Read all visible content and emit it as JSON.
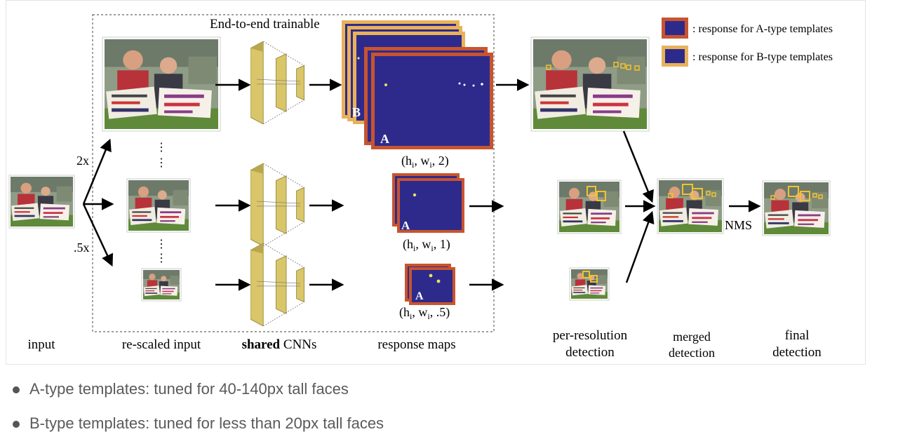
{
  "figure": {
    "trainable_label": "End-to-end trainable",
    "scale_up_label": "2x",
    "scale_down_label": ".5x",
    "nms_label": "NMS",
    "map_letter_a": "A",
    "map_letter_b": "B",
    "map_shapes": [
      "(hi, wi, 2)",
      "(hi, wi, 1)",
      "(hi, wi, .5)"
    ],
    "map_shape_parts": [
      {
        "pre": "(h",
        "sub1": "i",
        "mid": ", w",
        "sub2": "i",
        "post": ", 2)"
      },
      {
        "pre": "(h",
        "sub1": "i",
        "mid": ", w",
        "sub2": "i",
        "post": ", 1)"
      },
      {
        "pre": "(h",
        "sub1": "i",
        "mid": ", w",
        "sub2": "i",
        "post": ", .5)"
      }
    ],
    "legend": {
      "a": {
        "text": ": response for A-type templates",
        "border": "#c8542f",
        "fill": "#2e2a8c"
      },
      "b": {
        "text": ": response for B-type templates",
        "border": "#e8b25a",
        "fill": "#2e2a8c"
      }
    },
    "captions": {
      "input": "input",
      "rescaled": "re-scaled input",
      "shared_bold": "shared",
      "shared_rest": " CNNs",
      "response": "response maps",
      "per_res_1": "per-resolution",
      "per_res_2": "detection",
      "merged_1": "merged",
      "merged_2": "detection",
      "final_1": "final",
      "final_2": "detection"
    },
    "colors": {
      "map_fill": "#2e2a8c",
      "a_border": "#c8542f",
      "b_border": "#e8b25a",
      "cnn_fill": "#d9c66a",
      "det_box": "#f2c230"
    }
  },
  "bullets": [
    "A-type templates: tuned for 40-140px tall faces",
    "B-type templates: tuned for less than 20px tall faces"
  ]
}
